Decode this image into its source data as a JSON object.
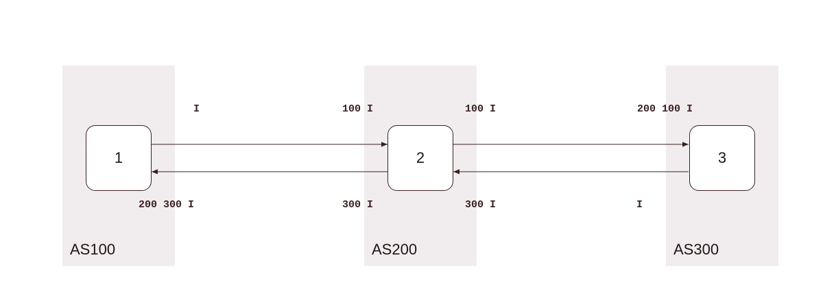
{
  "autonomous_systems": [
    {
      "label": "AS100"
    },
    {
      "label": "AS200"
    },
    {
      "label": "AS300"
    }
  ],
  "routers": [
    {
      "label": "1"
    },
    {
      "label": "2"
    },
    {
      "label": "3"
    }
  ],
  "as_paths": {
    "r1_to_r2_sent": "I",
    "r1_to_r2_received": "100 I",
    "r2_to_r3_sent": "100 I",
    "r2_to_r3_received": "200 100 I",
    "r2_to_r1_received": "200 300 I",
    "r2_to_r1_sent": "300 I",
    "r3_to_r2_received": "300 I",
    "r3_to_r2_sent": "I"
  },
  "colors": {
    "as_zone": "#f1edee",
    "line": "#3a2020"
  }
}
